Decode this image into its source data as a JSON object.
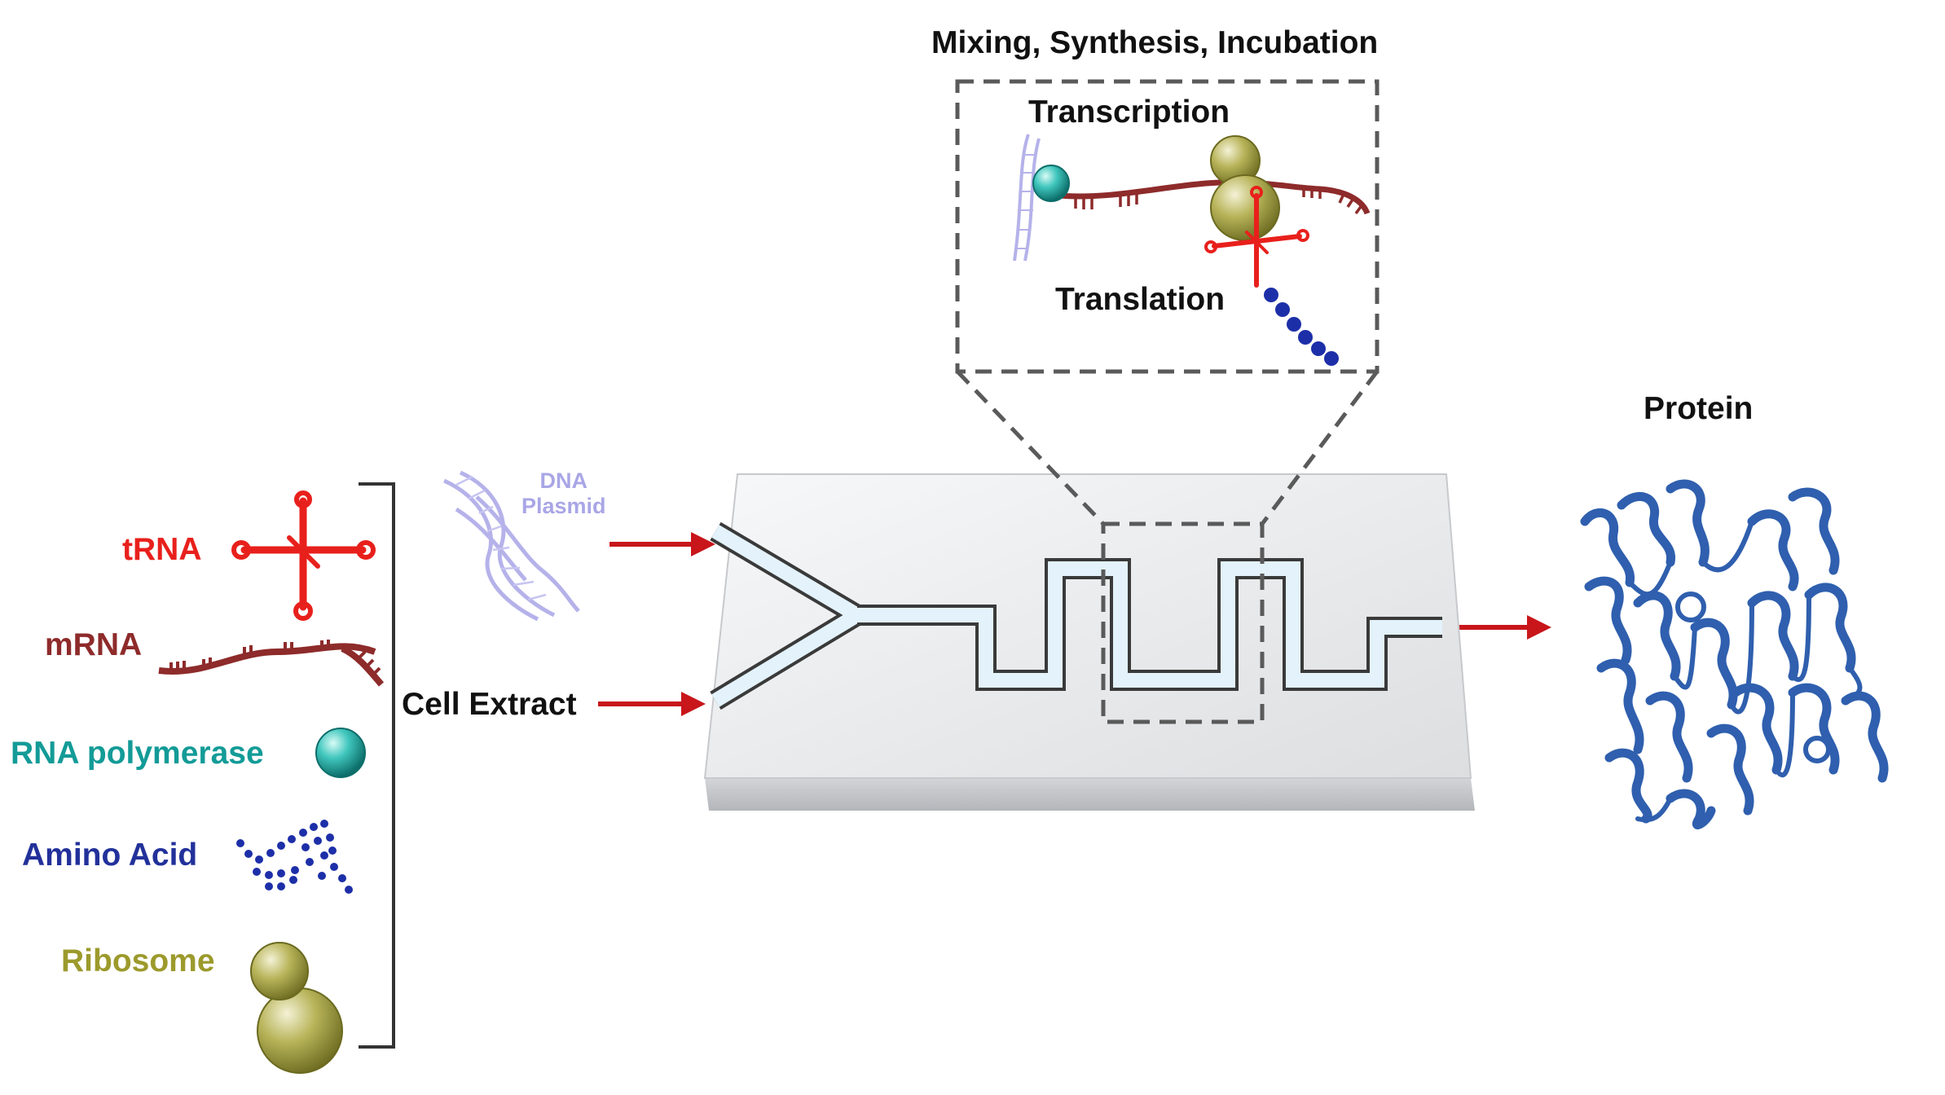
{
  "title": "Mixing, Synthesis, Incubation",
  "inset": {
    "transcription_label": "Transcription",
    "translation_label": "Translation"
  },
  "components": {
    "trna": "tRNA",
    "mrna": "mRNA",
    "rna_polymerase": "RNA polymerase",
    "amino_acid": "Amino Acid",
    "ribosome": "Ribosome"
  },
  "inputs": {
    "dna_plasmid_line1": "DNA",
    "dna_plasmid_line2": "Plasmid",
    "cell_extract": "Cell Extract"
  },
  "output": {
    "protein": "Protein"
  },
  "colors": {
    "trna": "#e8201c",
    "mrna": "#8e2b2b",
    "rna_polymerase": "#139b97",
    "amino_acid": "#22319a",
    "ribosome": "#9c9a2c",
    "dna": "#a9a6e6",
    "protein": "#2f5fae",
    "arrow": "#c8161b",
    "chip": "#e9eaeb",
    "channel": "#e3f2fb"
  }
}
